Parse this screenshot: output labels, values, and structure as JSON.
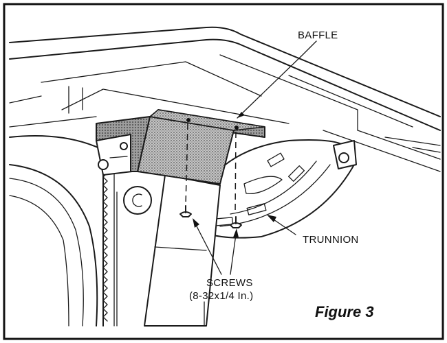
{
  "labels": {
    "baffle": "BAFFLE",
    "trunnion": "TRUNNION",
    "screws": "SCREWS",
    "screw_spec": "(8-32x1/4 In.)"
  },
  "caption": "Figure 3",
  "colors": {
    "ink": "#1a1a1a",
    "background": "#ffffff",
    "shading": "#b9b9b9"
  }
}
